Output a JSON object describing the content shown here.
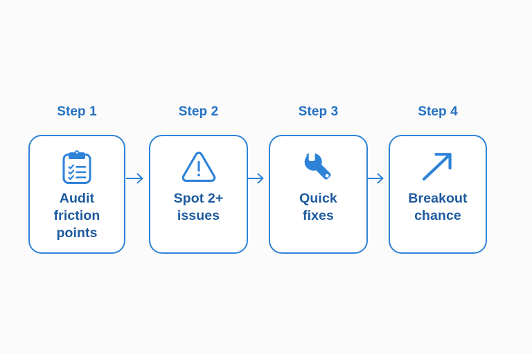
{
  "diagram": {
    "title": "Four step process flow",
    "background_color": "#fbfbfb",
    "accent_color": "#2e82d8",
    "label_color": "#2471c4",
    "text_color": "#1d5a9e",
    "steps": [
      {
        "label": "Step 1",
        "icon": "clipboard-checklist-icon",
        "text": "Audit\nfriction\npoints"
      },
      {
        "label": "Step 2",
        "icon": "warning-triangle-icon",
        "text": "Spot 2+\nissues"
      },
      {
        "label": "Step 3",
        "icon": "wrench-icon",
        "text": "Quick\nfixes"
      },
      {
        "label": "Step 4",
        "icon": "trending-up-arrow-icon",
        "text": "Breakout\nchance"
      }
    ],
    "connectors": [
      {
        "name": "arrow-right-icon"
      },
      {
        "name": "arrow-right-icon"
      },
      {
        "name": "arrow-right-icon"
      }
    ]
  }
}
